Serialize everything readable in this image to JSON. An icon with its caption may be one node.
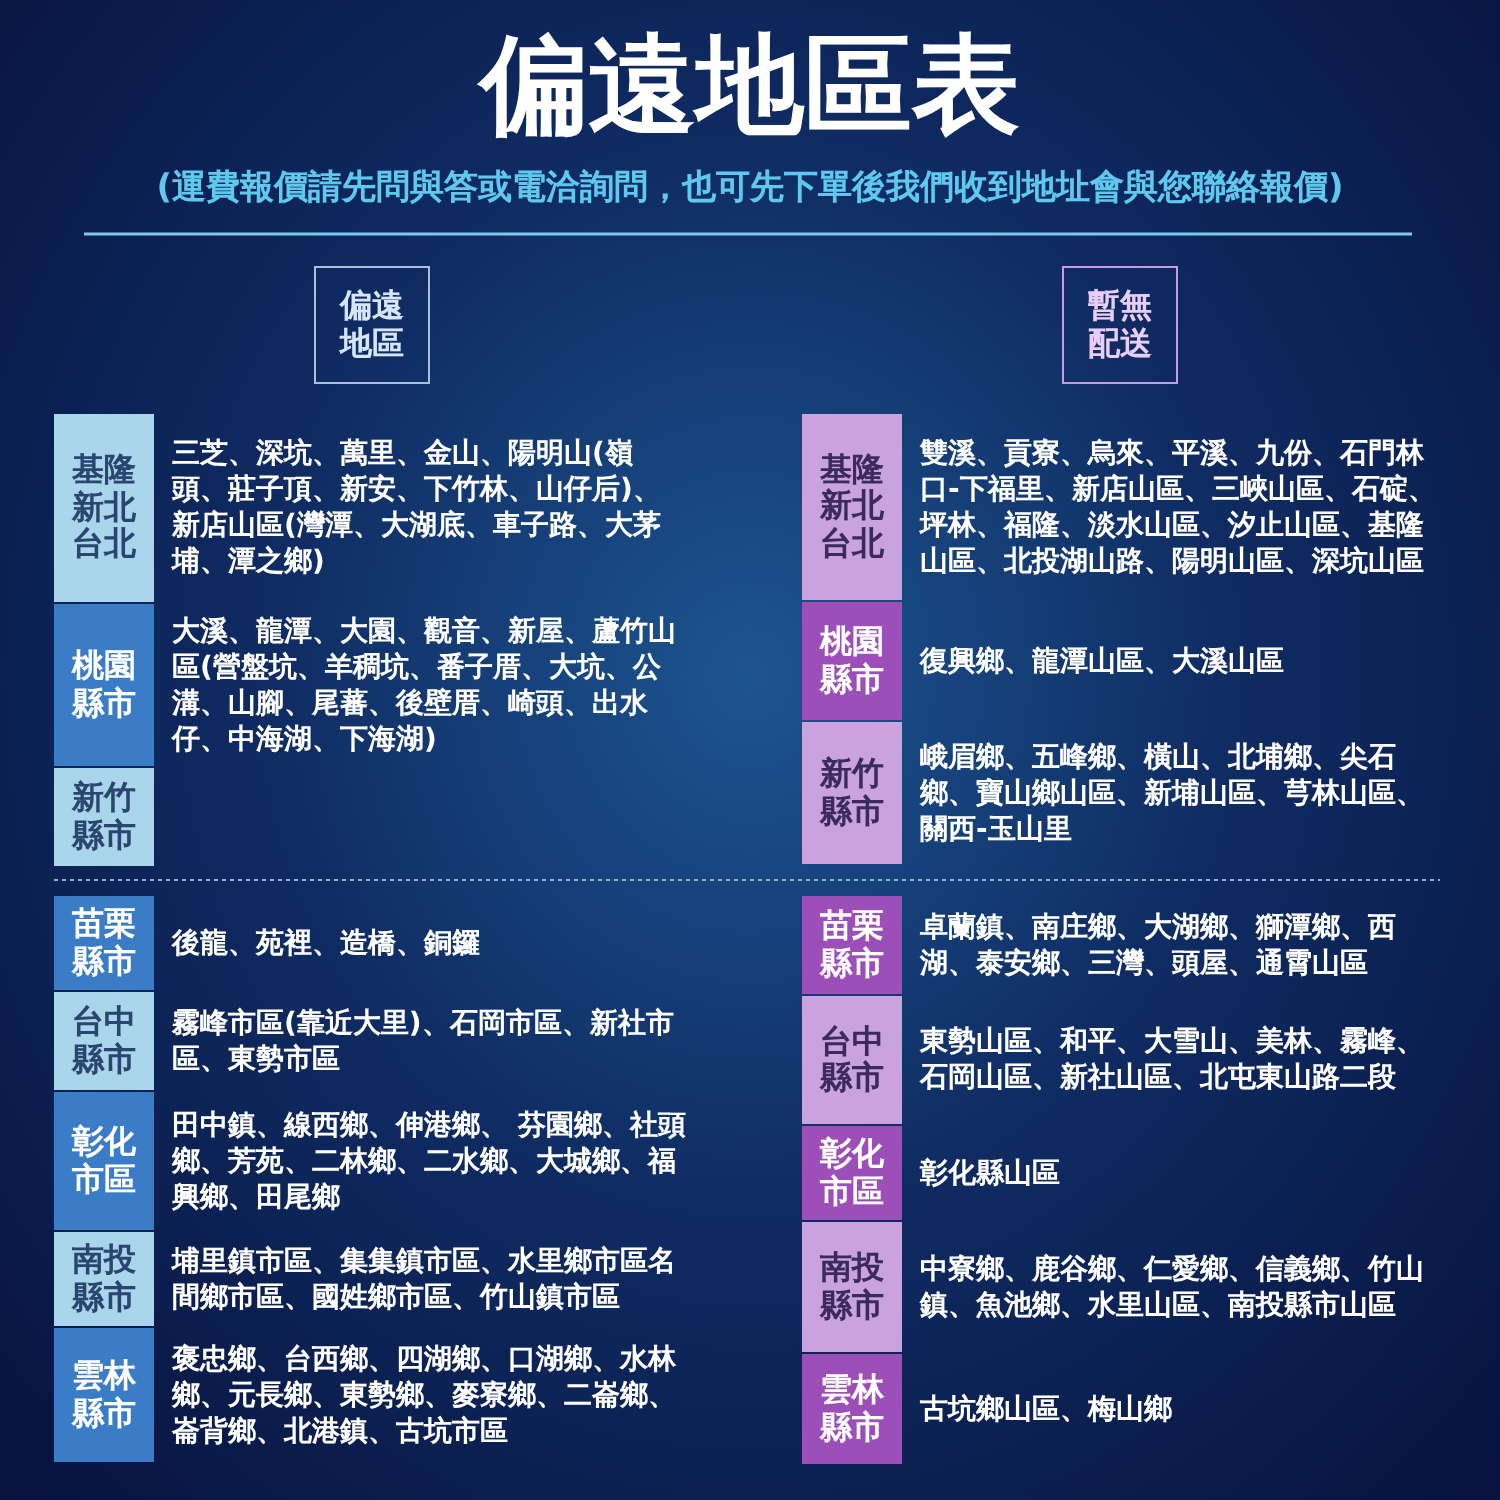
{
  "diagram": {
    "title": "偏遠地區表",
    "caption": "(運費報價請先問與答或電洽詢問，也可先下單後我們收到地址會與您聯絡報價)",
    "nodes": [
      {
        "text": [
          "偏遠地區"
        ]
      },
      {
        "text": [
          "暫無配送"
        ]
      },
      {
        "text": [
          "基隆新北台北"
        ],
        "beside": [
          "三芝、深坑、萬里、金山、陽明山(嶺頭、莊子頂、新安、下竹林、山仔后)、新店山區(灣潭、大湖底、車子路、大茅埔、潭之鄉)"
        ]
      },
      {
        "text": [
          "桃園縣市"
        ],
        "beside": [
          "大溪、龍潭、大園、觀音、新屋、蘆竹山區(營盤坑、羊稠坑、番子厝、大坑、公溝、山腳、尾蕃、後壁厝、崎頭、出水仔、中海湖、下海湖)"
        ]
      },
      {
        "text": [
          "新竹縣市"
        ]
      },
      {
        "text": [
          "基隆新北台北"
        ],
        "beside": [
          "雙溪、貢寮、烏來、平溪、九份、石門林口-下福里、新店山區、三峽山區、石碇、坪林、福隆、淡水山區、汐止山區、基隆山區、北投湖山路、陽明山區、深坑山區"
        ]
      },
      {
        "text": [
          "桃園縣市"
        ],
        "beside": [
          "復興鄉、龍潭山區、大溪山區"
        ]
      },
      {
        "text": [
          "新竹縣市"
        ],
        "beside": [
          "峨眉鄉、五峰鄉、橫山、北埔鄉、尖石鄉、寶山鄉山區、新埔山區、芎林山區、關西-玉山里"
        ]
      },
      {
        "text": [
          "苗栗縣市"
        ],
        "beside": [
          "後龍、苑裡、造橋、銅鑼"
        ]
      },
      {
        "text": [
          "台中縣市"
        ],
        "beside": [
          "霧峰市區(靠近大里)、石岡市區、新社市區、東勢市區"
        ]
      },
      {
        "text": [
          "彰化市區"
        ],
        "beside": [
          "田中鎮、線西鄉、伸港鄉、 芬園鄉、社頭鄉、芳苑、二林鄉、二水鄉、大城鄉、福興鄉、田尾鄉"
        ]
      },
      {
        "text": [
          "南投縣市"
        ],
        "beside": [
          "埔里鎮市區、集集鎮市區、水里鄉市區名間鄉市區、國姓鄉市區、竹山鎮市區"
        ]
      },
      {
        "text": [
          "雲林縣市"
        ],
        "beside": [
          "褒忠鄉、台西鄉、四湖鄉、口湖鄉、水林鄉、元長鄉、東勢鄉、麥寮鄉、二崙鄉、崙背鄉、北港鎮、古坑市區"
        ]
      },
      {
        "text": [
          "苗栗縣市"
        ],
        "beside": [
          "卓蘭鎮、南庄鄉、大湖鄉、獅潭鄉、西湖、泰安鄉、三灣、頭屋、通霄山區"
        ]
      },
      {
        "text": [
          "台中縣市"
        ],
        "beside": [
          "東勢山區、和平、大雪山、美林、霧峰、石岡山區、新社山區、北屯東山路二段"
        ]
      },
      {
        "text": [
          "彰化市區"
        ],
        "beside": [
          "彰化縣山區"
        ]
      },
      {
        "text": [
          "南投縣市"
        ],
        "beside": [
          "中寮鄉、鹿谷鄉、仁愛鄉、信義鄉、竹山鎮、魚池鄉、水里山區、南投縣市山區"
        ]
      },
      {
        "text": [
          "雲林縣市"
        ],
        "beside": [
          "古坑鄉山區、梅山鄉"
        ]
      }
    ]
  }
}
